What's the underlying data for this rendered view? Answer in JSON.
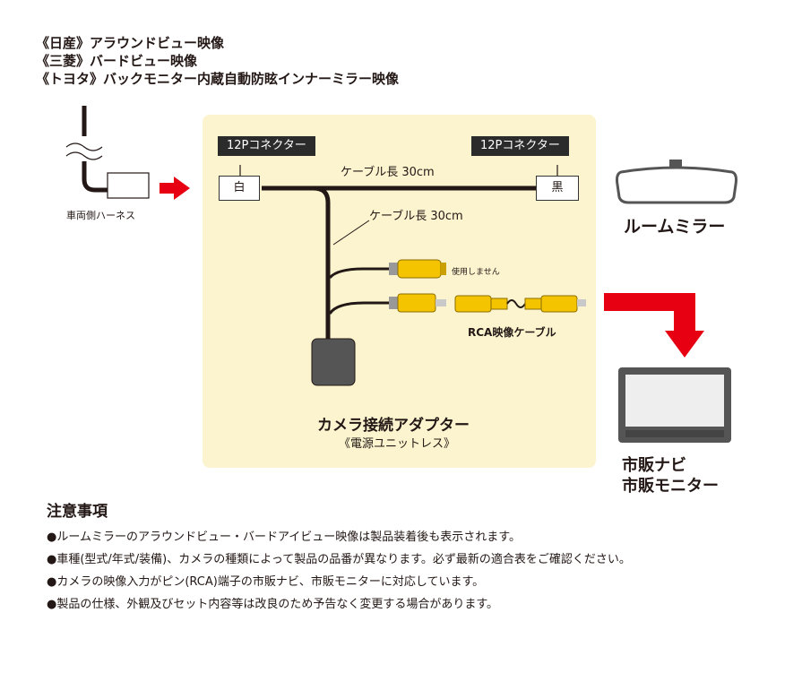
{
  "header": {
    "lines": [
      "《日産》アラウンドビュー映像",
      "《三菱》バードビュー映像",
      "《トヨタ》バックモニター内蔵自動防眩インナーミラー映像"
    ]
  },
  "harness": {
    "label": "車両側ハーネス"
  },
  "connectors": {
    "left": {
      "tag": "12Pコネクター",
      "color_label": "白"
    },
    "right": {
      "tag": "12Pコネクター",
      "color_label": "黒"
    }
  },
  "cables": {
    "main_length": "ケーブル長 30cm",
    "branch_length": "ケーブル長 30cm",
    "unused_label": "使用しません",
    "rca_label": "RCA映像ケーブル"
  },
  "adapter": {
    "title": "カメラ接続アダプター",
    "subtitle": "《電源ユニットレス》"
  },
  "room_mirror": {
    "label": "ルームミラー"
  },
  "monitor": {
    "line1": "市販ナビ",
    "line2": "市販モニター"
  },
  "notes": {
    "title": "注意事項",
    "items": [
      "●ルームミラーのアラウンドビュー・バードアイビュー映像は製品装着後も表示されます。",
      "●車種(型式/年式/装備)、カメラの種類によって製品の品番が異なります。必ず最新の適合表をご確認ください。",
      "●カメラの映像入力がピン(RCA)端子の市販ナビ、市販モニターに対応しています。",
      "●製品の仕様、外観及びセット内容等は改良のため予告なく変更する場合があります。"
    ]
  },
  "colors": {
    "accent_red": "#e60012",
    "panel_bg": "#fbf4cf",
    "rca_yellow": "#f5c400",
    "dark": "#231815"
  }
}
